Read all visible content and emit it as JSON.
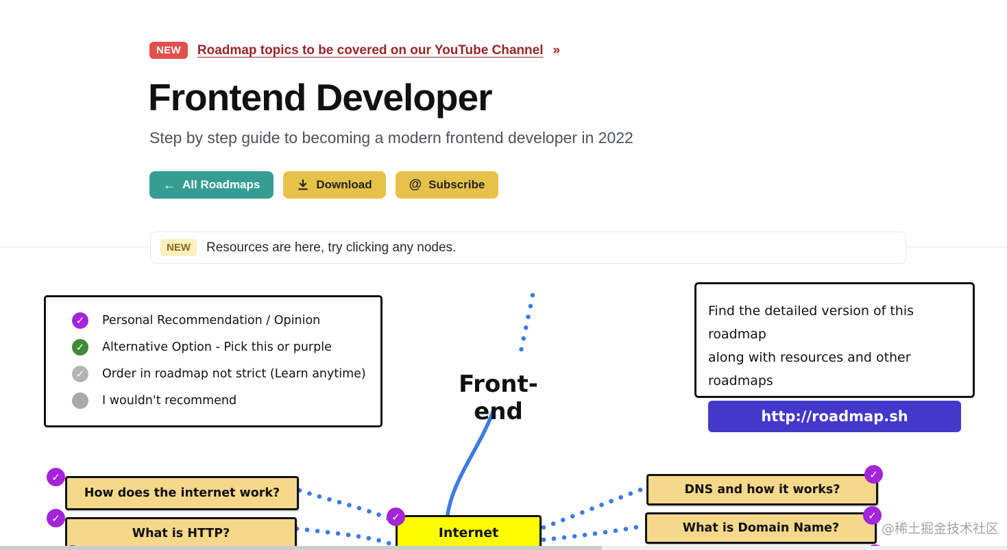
{
  "header": {
    "new_badge": "NEW",
    "announcement_link": "Roadmap topics to be covered on our YouTube Channel",
    "announcement_chevrons": "»",
    "title": "Frontend Developer",
    "subtitle": "Step by step guide to becoming a modern frontend developer in 2022",
    "buttons": {
      "all_roadmaps": "All Roadmaps",
      "download": "Download",
      "subscribe": "Subscribe"
    }
  },
  "banner": {
    "badge": "NEW",
    "text": "Resources are here, try clicking any nodes."
  },
  "legend": {
    "items": [
      {
        "icon": "check-purple",
        "label": "Personal Recommendation / Opinion"
      },
      {
        "icon": "check-green",
        "label": "Alternative Option - Pick this or purple"
      },
      {
        "icon": "check-gray",
        "label": "Order in roadmap not strict (Learn anytime)"
      },
      {
        "icon": "dot-gray",
        "label": "I wouldn't recommend"
      }
    ]
  },
  "info_box": {
    "line1": "Find the detailed version of this roadmap",
    "line2": "along with resources and other roadmaps",
    "button": "http://roadmap.sh"
  },
  "roadmap": {
    "section_label": "Front-end",
    "nodes": {
      "internet_work": "How does the internet work?",
      "what_is_http": "What is HTTP?",
      "internet": "Internet",
      "dns": "DNS and how it works?",
      "domain_name": "What is Domain Name?"
    }
  },
  "watermark": "@稀土掘金技术社区",
  "icons": {
    "check": "✓",
    "at": "@",
    "back_arrow": "←"
  },
  "colors": {
    "badge_red": "#e2504c",
    "link_red": "#9b2525",
    "teal_button": "#359d92",
    "yellow_button": "#e7c24b",
    "node_yellow": "#f5d889",
    "internet_yellow": "#fdfd00",
    "purple_check": "#a424d9",
    "green_check": "#3e8a35",
    "gray_check": "#b4b4b4",
    "gray_dot": "#a9a9a9",
    "connector_blue": "#3c7be4",
    "cta_indigo": "#4338ca",
    "banner_badge_bg": "#fcf0bd",
    "banner_badge_text": "#8a6716"
  }
}
